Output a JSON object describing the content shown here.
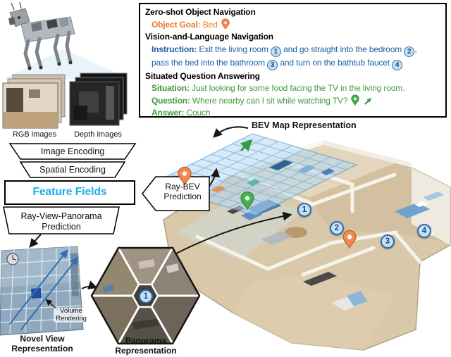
{
  "annotation": {
    "s1_title": "Zero-shot Object Navigation",
    "s1_goal_label": "Object Goal:",
    "s1_goal_value": "Bed",
    "s2_title": "Vision-and-Language Navigation",
    "s2_label": "Instruction:",
    "s2_l1a": "Exit the living room",
    "m1": "1",
    "s2_l1b": "and go straight into the bedroom",
    "m2": "2",
    "s2_l1c": ",",
    "s2_l2a": "pass the bed into the bathroom",
    "m3": "3",
    "s2_l2b": "and turn on the bathtub faucet",
    "m4": "4",
    "s3_title": "Situated Question Answering",
    "situation_label": "Situation:",
    "situation_text": "Just looking for some food facing the TV in the living room.",
    "question_label": "Question:",
    "question_text": "Where nearby can I sit while watching TV?",
    "answer_label": "Answer:",
    "answer_text": "Couch"
  },
  "pipeline": {
    "rgb_label": "RGB images",
    "depth_label": "Depth images",
    "image_encoding": "Image Encoding",
    "spatial_encoding": "Spatial Encoding",
    "feature_fields": "Feature Fields",
    "ray_bev_l1": "Ray-BEV",
    "ray_bev_l2": "Prediction",
    "ray_view_l1": "Ray-View-Panorama",
    "ray_view_l2": "Prediction",
    "volume_l1": "Volume",
    "volume_l2": "Rendering",
    "bev_map_label": "BEV Map Representation",
    "novel_view_l1": "Novel View",
    "novel_view_l2": "Representation",
    "panorama_l1": "Panorama",
    "panorama_l2": "Representation"
  },
  "markers": {
    "house": [
      "1",
      "2",
      "3",
      "4"
    ],
    "panorama_center": "1"
  },
  "colors": {
    "orange_text": "#e8762c",
    "orange_pin": "#f08a50",
    "blue_text": "#1a5fa8",
    "green_text": "#3e9b3a",
    "green_pin": "#49b14c",
    "cyan_text": "#18aee8",
    "chip_fill": "#c8dff2",
    "chip_border": "#2b6cb0"
  }
}
